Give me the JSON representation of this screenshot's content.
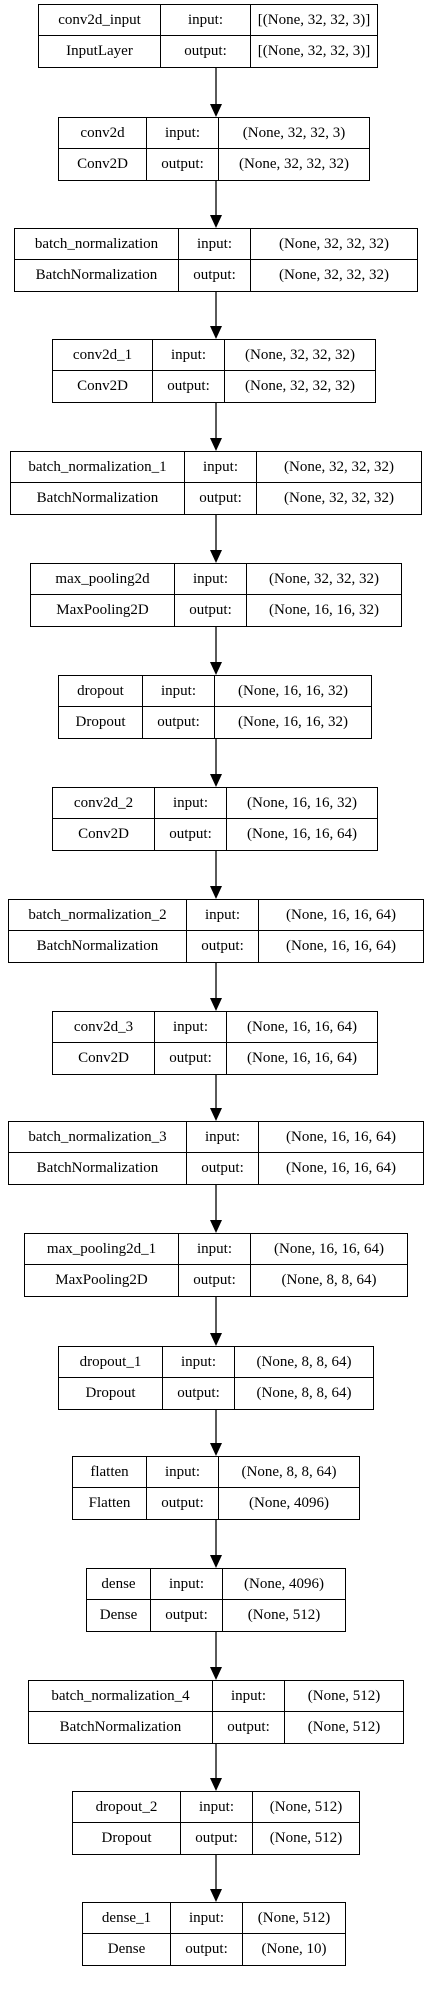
{
  "diagram": {
    "io_labels": {
      "input": "input:",
      "output": "output:"
    },
    "colors": {
      "stroke": "#000000",
      "background": "#ffffff"
    },
    "nodes": [
      {
        "name": "conv2d_input",
        "type": "InputLayer",
        "input": "[(None, 32, 32, 3)]",
        "output": "[(None, 32, 32, 3)]"
      },
      {
        "name": "conv2d",
        "type": "Conv2D",
        "input": "(None, 32, 32, 3)",
        "output": "(None, 32, 32, 32)"
      },
      {
        "name": "batch_normalization",
        "type": "BatchNormalization",
        "input": "(None, 32, 32, 32)",
        "output": "(None, 32, 32, 32)"
      },
      {
        "name": "conv2d_1",
        "type": "Conv2D",
        "input": "(None, 32, 32, 32)",
        "output": "(None, 32, 32, 32)"
      },
      {
        "name": "batch_normalization_1",
        "type": "BatchNormalization",
        "input": "(None, 32, 32, 32)",
        "output": "(None, 32, 32, 32)"
      },
      {
        "name": "max_pooling2d",
        "type": "MaxPooling2D",
        "input": "(None, 32, 32, 32)",
        "output": "(None, 16, 16, 32)"
      },
      {
        "name": "dropout",
        "type": "Dropout",
        "input": "(None, 16, 16, 32)",
        "output": "(None, 16, 16, 32)"
      },
      {
        "name": "conv2d_2",
        "type": "Conv2D",
        "input": "(None, 16, 16, 32)",
        "output": "(None, 16, 16, 64)"
      },
      {
        "name": "batch_normalization_2",
        "type": "BatchNormalization",
        "input": "(None, 16, 16, 64)",
        "output": "(None, 16, 16, 64)"
      },
      {
        "name": "conv2d_3",
        "type": "Conv2D",
        "input": "(None, 16, 16, 64)",
        "output": "(None, 16, 16, 64)"
      },
      {
        "name": "batch_normalization_3",
        "type": "BatchNormalization",
        "input": "(None, 16, 16, 64)",
        "output": "(None, 16, 16, 64)"
      },
      {
        "name": "max_pooling2d_1",
        "type": "MaxPooling2D",
        "input": "(None, 16, 16, 64)",
        "output": "(None, 8, 8, 64)"
      },
      {
        "name": "dropout_1",
        "type": "Dropout",
        "input": "(None, 8, 8, 64)",
        "output": "(None, 8, 8, 64)"
      },
      {
        "name": "flatten",
        "type": "Flatten",
        "input": "(None, 8, 8, 64)",
        "output": "(None, 4096)"
      },
      {
        "name": "dense",
        "type": "Dense",
        "input": "(None, 4096)",
        "output": "(None, 512)"
      },
      {
        "name": "batch_normalization_4",
        "type": "BatchNormalization",
        "input": "(None, 512)",
        "output": "(None, 512)"
      },
      {
        "name": "dropout_2",
        "type": "Dropout",
        "input": "(None, 512)",
        "output": "(None, 512)"
      },
      {
        "name": "dense_1",
        "type": "Dense",
        "input": "(None, 512)",
        "output": "(None, 10)"
      }
    ]
  }
}
